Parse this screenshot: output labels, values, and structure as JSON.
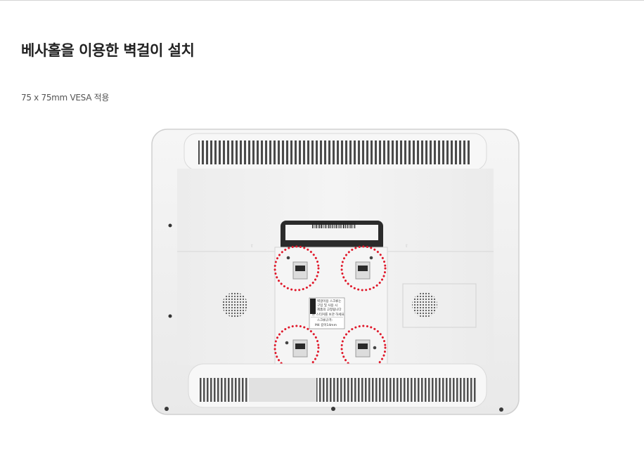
{
  "page": {
    "title": "베사홀을 이용한 벽걸이 설치",
    "subtitle": "75 x 75mm VESA 적용"
  },
  "sticker": {
    "line1": "벽걸이용 스크류는",
    "line2": "구입 및 사용 시",
    "line3": "제품의 고정됩니다",
    "line4": "본 스티커를 보관 하세요",
    "spec_label": "스크류규격:",
    "spec_value": "M4 길이14mm"
  },
  "colors": {
    "highlight": "#e0192b",
    "body": "#f1f1f1",
    "vent": "#4a4a4a"
  }
}
